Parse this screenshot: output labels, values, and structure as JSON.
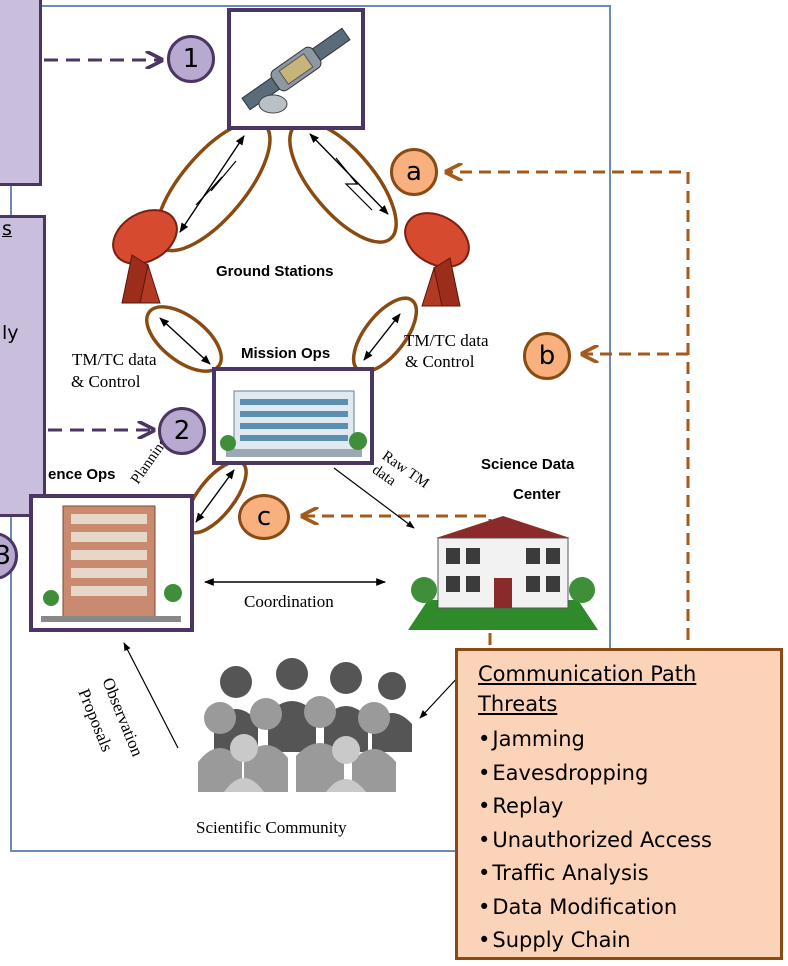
{
  "labels": {
    "ground_stations": "Ground Stations",
    "mission_ops": "Mission Ops",
    "tm_tc_left_1": "TM/TC data",
    "tm_tc_left_2": "& Control",
    "tm_tc_right_1": "TM/TC data",
    "tm_tc_right_2": "& Control",
    "science_data_center_1": "Science Data",
    "science_data_center_2": "Center",
    "science_ops": "ence Ops",
    "planning_data": "Planning data",
    "raw_tm_data": "Raw TM data",
    "coordination": "Coordination",
    "observation_proposals_1": "Observation",
    "observation_proposals_2": "Proposals",
    "scientific_community": "Scientific Community",
    "left_box2_s": "s",
    "left_box2_ly": "ly",
    "left_partial_3": "3"
  },
  "markers": {
    "one": "1",
    "two": "2",
    "a": "a",
    "b": "b",
    "c": "c"
  },
  "threats": {
    "title_line1": "Communication Path",
    "title_line2": "Threats",
    "items": [
      "Jamming",
      "Eavesdropping",
      "Replay",
      "Unauthorized Access",
      "Traffic Analysis",
      "Data Modification",
      "Supply Chain"
    ]
  },
  "colors": {
    "frame_blue": "#6b8bbd",
    "purple_dark": "#4a3563",
    "purple_fill": "#c9bedc",
    "orange_dark": "#8a4b12",
    "orange_fill": "#f7b07e",
    "threat_fill": "#fbd3b8",
    "dish_red": "#c0392b"
  }
}
